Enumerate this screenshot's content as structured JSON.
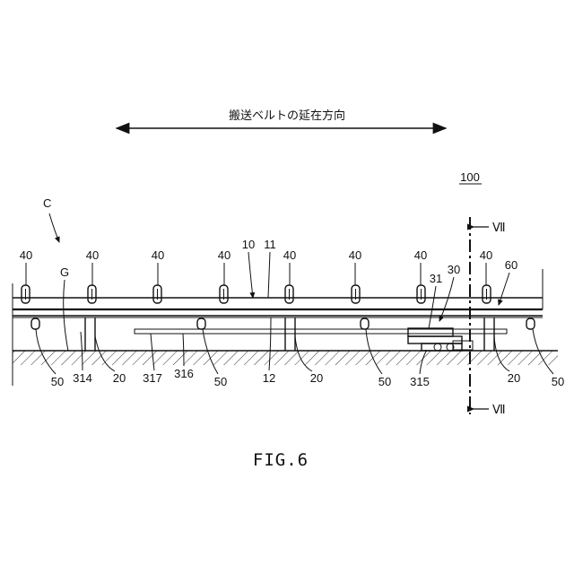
{
  "figure": {
    "direction_label": "搬送ベルトの延在方向",
    "fig_label": "FIG.6",
    "system_ref": "100",
    "region_ref": "C",
    "section_marks": [
      "Ⅶ",
      "Ⅶ"
    ],
    "top_refs": {
      "r40": "40",
      "g": "G",
      "r10": "10",
      "r11": "11",
      "r31": "31",
      "r30": "30",
      "r60": "60"
    },
    "bottom_refs": {
      "r50a": "50",
      "r314": "314",
      "r20a": "20",
      "r317": "317",
      "r316": "316",
      "r50b": "50",
      "r12": "12",
      "r20b": "20",
      "r50c": "50",
      "r315": "315",
      "r20c": "20",
      "r50d": "50"
    }
  }
}
